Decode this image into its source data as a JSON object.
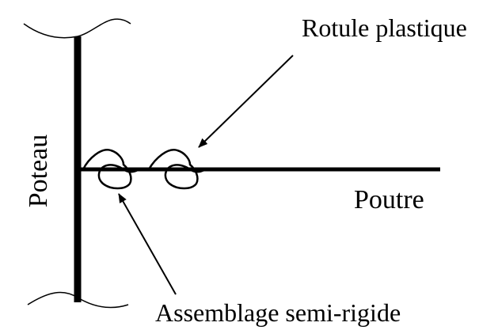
{
  "labels": {
    "rotule_plastique": "Rotule plastique",
    "poteau": "Poteau",
    "poutre": "Poutre",
    "assemblage": "Assemblage semi-rigide"
  }
}
